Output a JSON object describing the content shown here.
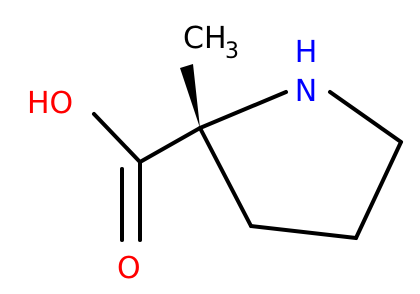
{
  "molecule": {
    "atoms": {
      "oh": {
        "text": "HO",
        "color": "#ff0000"
      },
      "o": {
        "text": "O",
        "color": "#ff0000"
      },
      "nh": {
        "text": "N",
        "h": "H",
        "color": "#0000ff"
      },
      "ch3": {
        "text": "CH",
        "sub": "3",
        "color": "#000000"
      }
    },
    "bond_color": "#000000"
  }
}
